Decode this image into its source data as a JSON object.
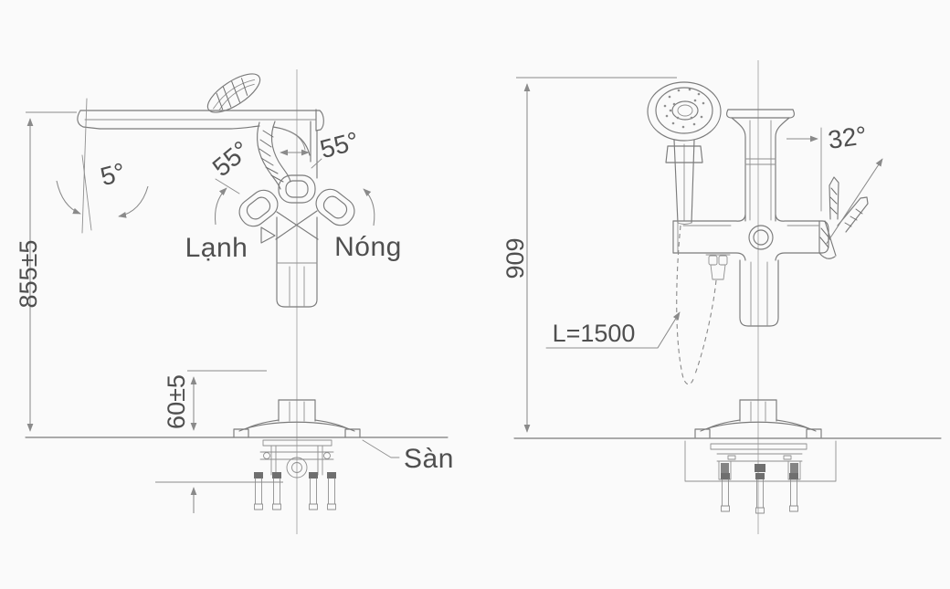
{
  "drawing_type": "faucet-installation-dimension-drawing",
  "colors": {
    "background": "#fafafa",
    "part_line": "#7b7b7b",
    "dimension_line": "#8a8a8a",
    "text": "#4f4f4f"
  },
  "left_view": {
    "name": "spout-side-view",
    "height_dim": "855±5",
    "base_height_dim": "60±5",
    "spout_angle": "5°",
    "handle_angle_left": "55°",
    "handle_angle_right": "55°",
    "cold_label": "Lạnh",
    "hot_label": "Nóng",
    "floor_label": "Sàn"
  },
  "right_view": {
    "name": "hand-shower-side-view",
    "height_dim": "909",
    "lever_angle": "32°",
    "hose_length": "L=1500"
  }
}
